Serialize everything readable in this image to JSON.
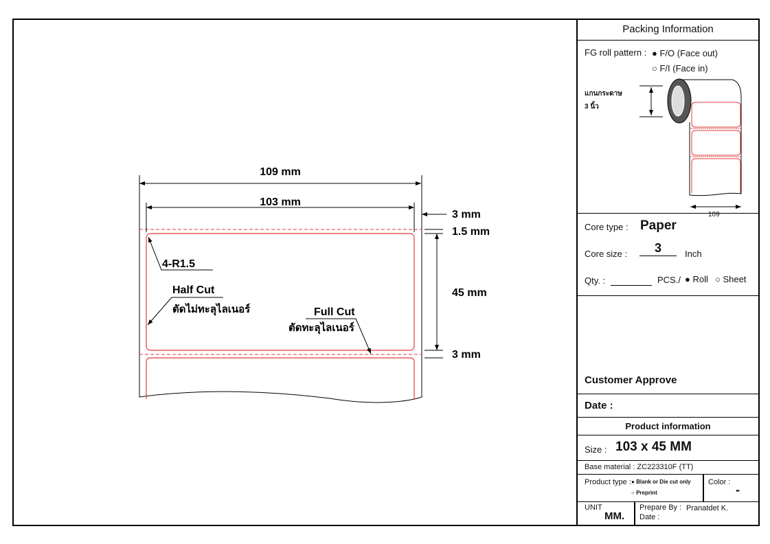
{
  "drawing": {
    "dim_total_width": "109 mm",
    "dim_label_width": "103 mm",
    "dim_side_gap": "3 mm",
    "dim_top_margin": "1.5 mm",
    "dim_label_height": "45 mm",
    "dim_gap": "3 mm",
    "corner_radius": "4-R1.5",
    "half_cut": "Half Cut",
    "half_cut_th": "ตัดไม่ทะลุไลเนอร์",
    "full_cut": "Full Cut",
    "full_cut_th": "ตัดทะลุไลเนอร์",
    "label_color": "#e23b3b"
  },
  "panel": {
    "packing_title": "Packing Information",
    "fg_roll_label": "FG roll pattern :",
    "fo_option": "F/O (Face out)",
    "fi_option": "F/I (Face in)",
    "core_th_1": "แกนกระดาษ",
    "core_th_2": "3 นิ้ว",
    "roll_width": "109",
    "core_type_label": "Core type :",
    "core_type_value": "Paper",
    "core_size_label": "Core size :",
    "core_size_value": "3",
    "core_size_unit": "Inch",
    "qty_label": "Qty. :",
    "qty_value": "",
    "pcs_label": "PCS./",
    "roll_option": "Roll",
    "sheet_option": "Sheet",
    "customer_approve": "Customer Approve",
    "date_label": "Date :",
    "product_info_title": "Product information",
    "size_label": "Size :",
    "size_value": "103 x 45 MM",
    "base_material": "Base material : ZC223310F (TT)",
    "product_type_label": "Product type :",
    "blank_option": "Blank or Die cut only",
    "preprint_option": "Preprint",
    "color_label": "Color :",
    "color_value": "-",
    "unit_label": "UNIT",
    "unit_value": "MM.",
    "prepare_by_label": "Prepare By :",
    "prepare_by_value": "Pranatdet K.",
    "prepare_date_label": "Date :"
  }
}
